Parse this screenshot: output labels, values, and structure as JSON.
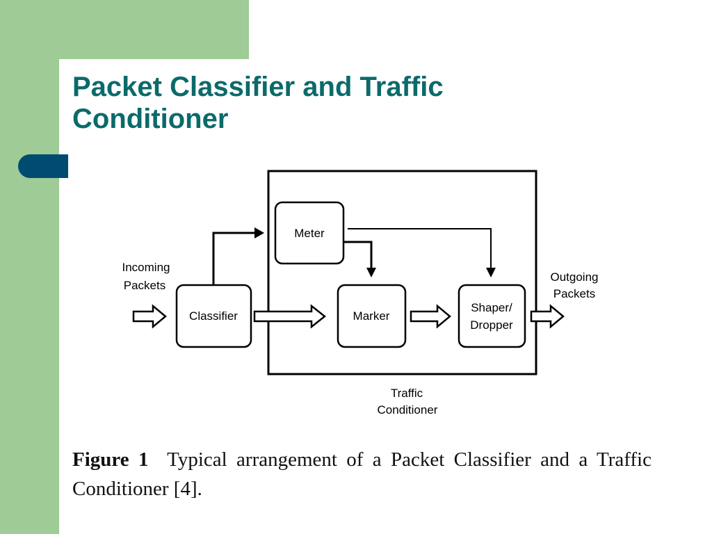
{
  "slide": {
    "title_line1": "Packet Classifier and Traffic",
    "title_line2": "Conditioner"
  },
  "diagram": {
    "incoming_line1": "Incoming",
    "incoming_line2": "Packets",
    "classifier": "Classifier",
    "meter": "Meter",
    "marker": "Marker",
    "shaper_line1": "Shaper/",
    "shaper_line2": "Dropper",
    "outgoing_line1": "Outgoing",
    "outgoing_line2": "Packets",
    "conditioner_line1": "Traffic",
    "conditioner_line2": "Conditioner"
  },
  "caption": {
    "label": "Figure 1",
    "text": "Typical arrangement of a Packet Classifier and a Traffic Conditioner [4]."
  },
  "colors": {
    "sidebar": "#9ecb96",
    "pill": "#004c70",
    "title": "#0b6a6a"
  }
}
